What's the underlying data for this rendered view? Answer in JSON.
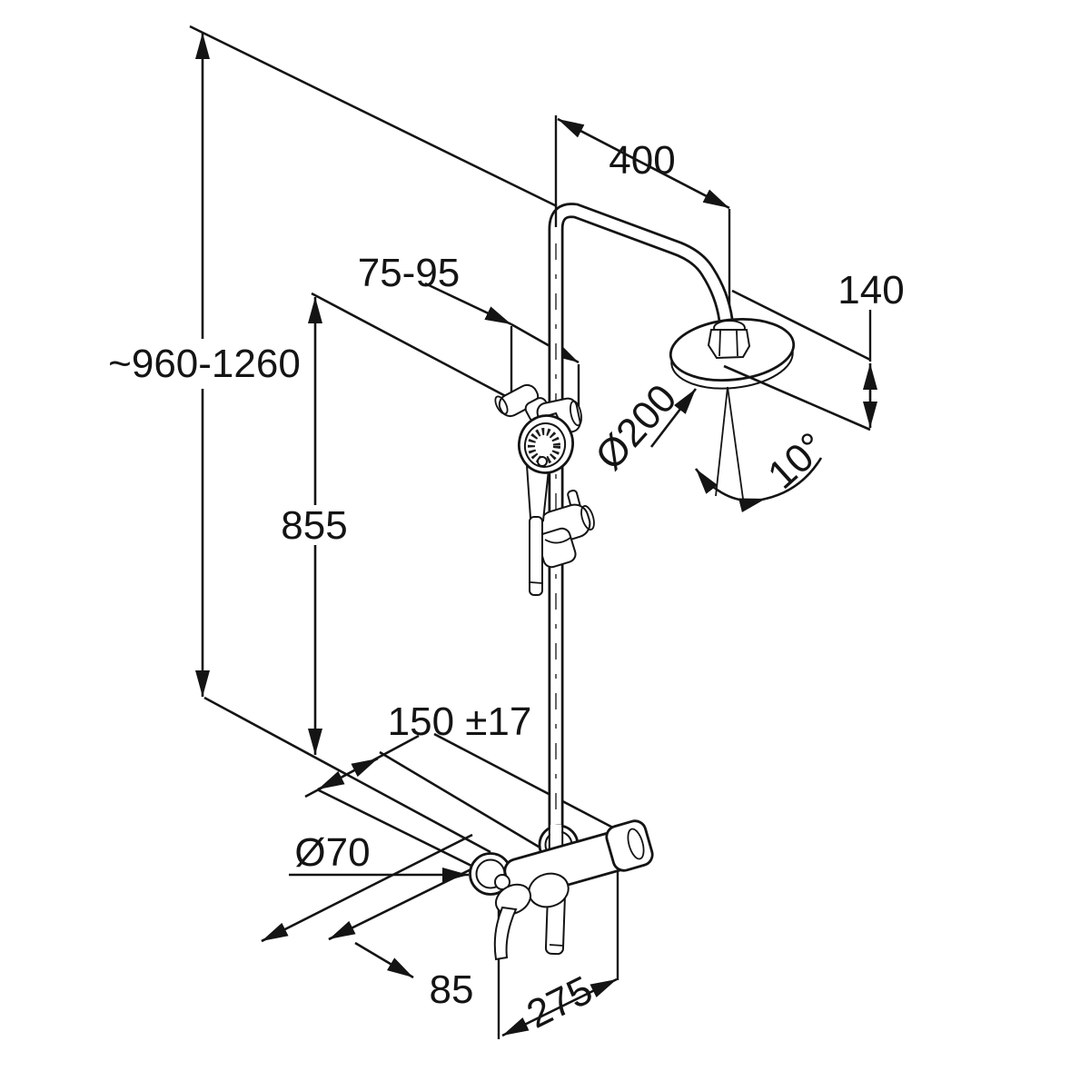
{
  "diagram": {
    "title": "shower-system-technical-drawing",
    "background": "#ffffff",
    "line_color": "#141414",
    "dimensions": {
      "total_height": "~960-1260",
      "rail_height": "855",
      "bracket_offset": "75-95",
      "arm_length": "400",
      "head_drop": "140",
      "head_diameter": "Ø200",
      "head_angle": "10°",
      "connection_spacing": "150 ±17",
      "rosette_diameter": "Ø70",
      "mixer_depth": "85",
      "mixer_width": "275"
    }
  }
}
